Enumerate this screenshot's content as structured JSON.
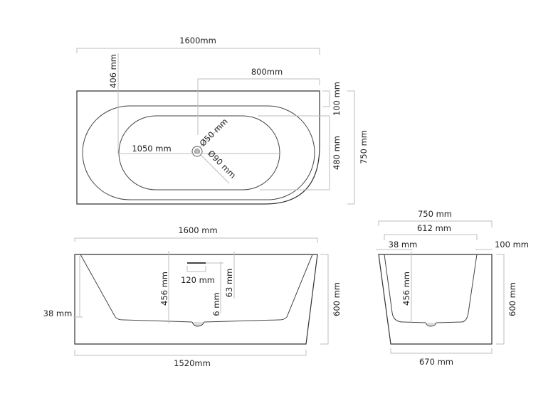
{
  "top_view": {
    "length": "1600mm",
    "drain_from_edge": "406 mm",
    "drain_to_end": "800mm",
    "rim_width": "100 mm",
    "inner_width": "480 mm",
    "total_width": "750 mm",
    "inner_length": "1050 mm",
    "drain_diameter_small": "Ø50 mm",
    "drain_diameter_large": "Ø90 mm"
  },
  "front_view": {
    "top_length": "1600 mm",
    "bottom_length": "1520mm",
    "height": "600 mm",
    "wall": "38 mm",
    "depth": "456 mm",
    "overflow_width": "120 mm",
    "overflow_thickness": "6 mm",
    "overflow_depth": "63 mm"
  },
  "side_view": {
    "top_width": "750 mm",
    "inner_width": "612 mm",
    "wall_left": "38 mm",
    "wall_right": "100 mm",
    "height": "600 mm",
    "depth": "456 mm",
    "bottom_width": "670 mm"
  }
}
